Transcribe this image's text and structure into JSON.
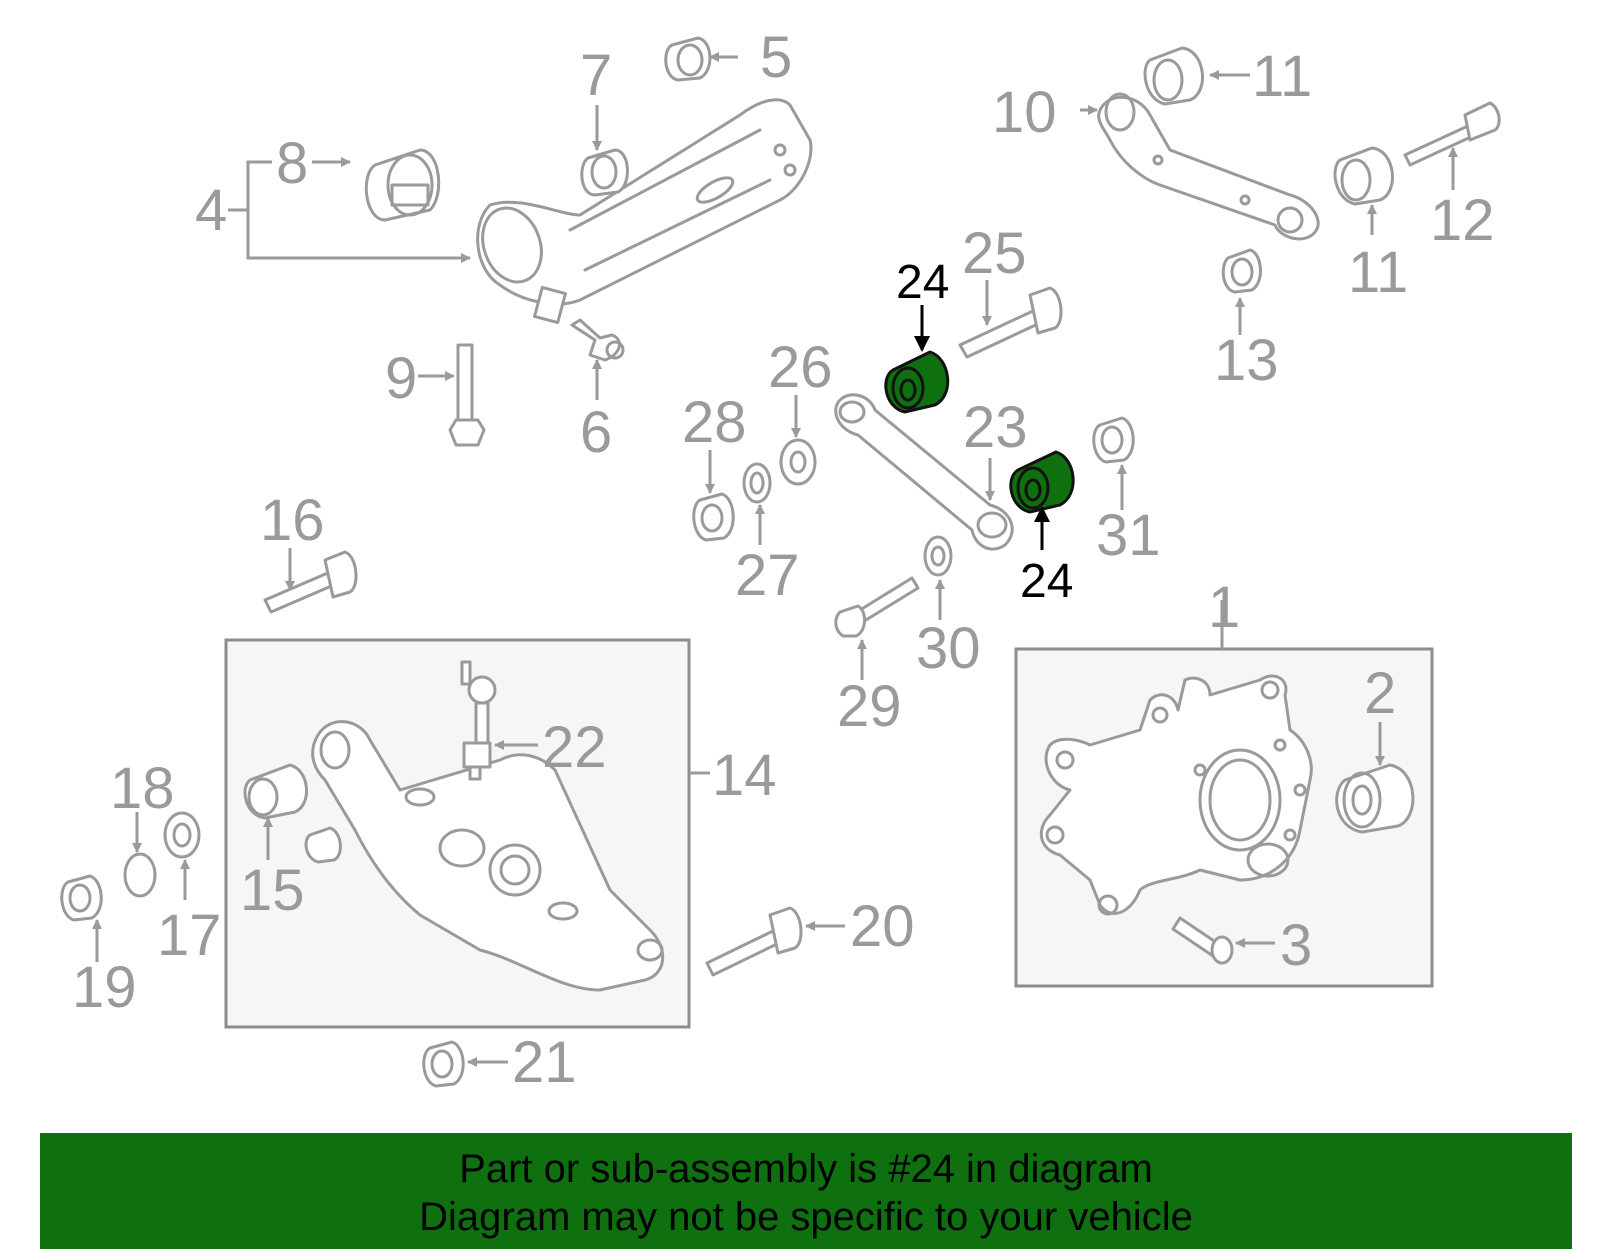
{
  "callouts": {
    "c1": "1",
    "c2": "2",
    "c3": "3",
    "c4": "4",
    "c5": "5",
    "c6": "6",
    "c7": "7",
    "c8": "8",
    "c9": "9",
    "c10": "10",
    "c11a": "11",
    "c11b": "11",
    "c12": "12",
    "c13": "13",
    "c14": "14",
    "c15": "15",
    "c16": "16",
    "c17": "17",
    "c18": "18",
    "c19": "19",
    "c20": "20",
    "c21": "21",
    "c22": "22",
    "c23": "23",
    "c24a": "24",
    "c24b": "24",
    "c25": "25",
    "c26": "26",
    "c27": "27",
    "c28": "28",
    "c29": "29",
    "c30": "30",
    "c31": "31"
  },
  "highlight": {
    "part_number": "24",
    "color": "#0f7010"
  },
  "banner": {
    "line1": "Part or sub-assembly is #24 in diagram",
    "line2": "Diagram may not be specific to your vehicle",
    "background": "#0f7010"
  }
}
